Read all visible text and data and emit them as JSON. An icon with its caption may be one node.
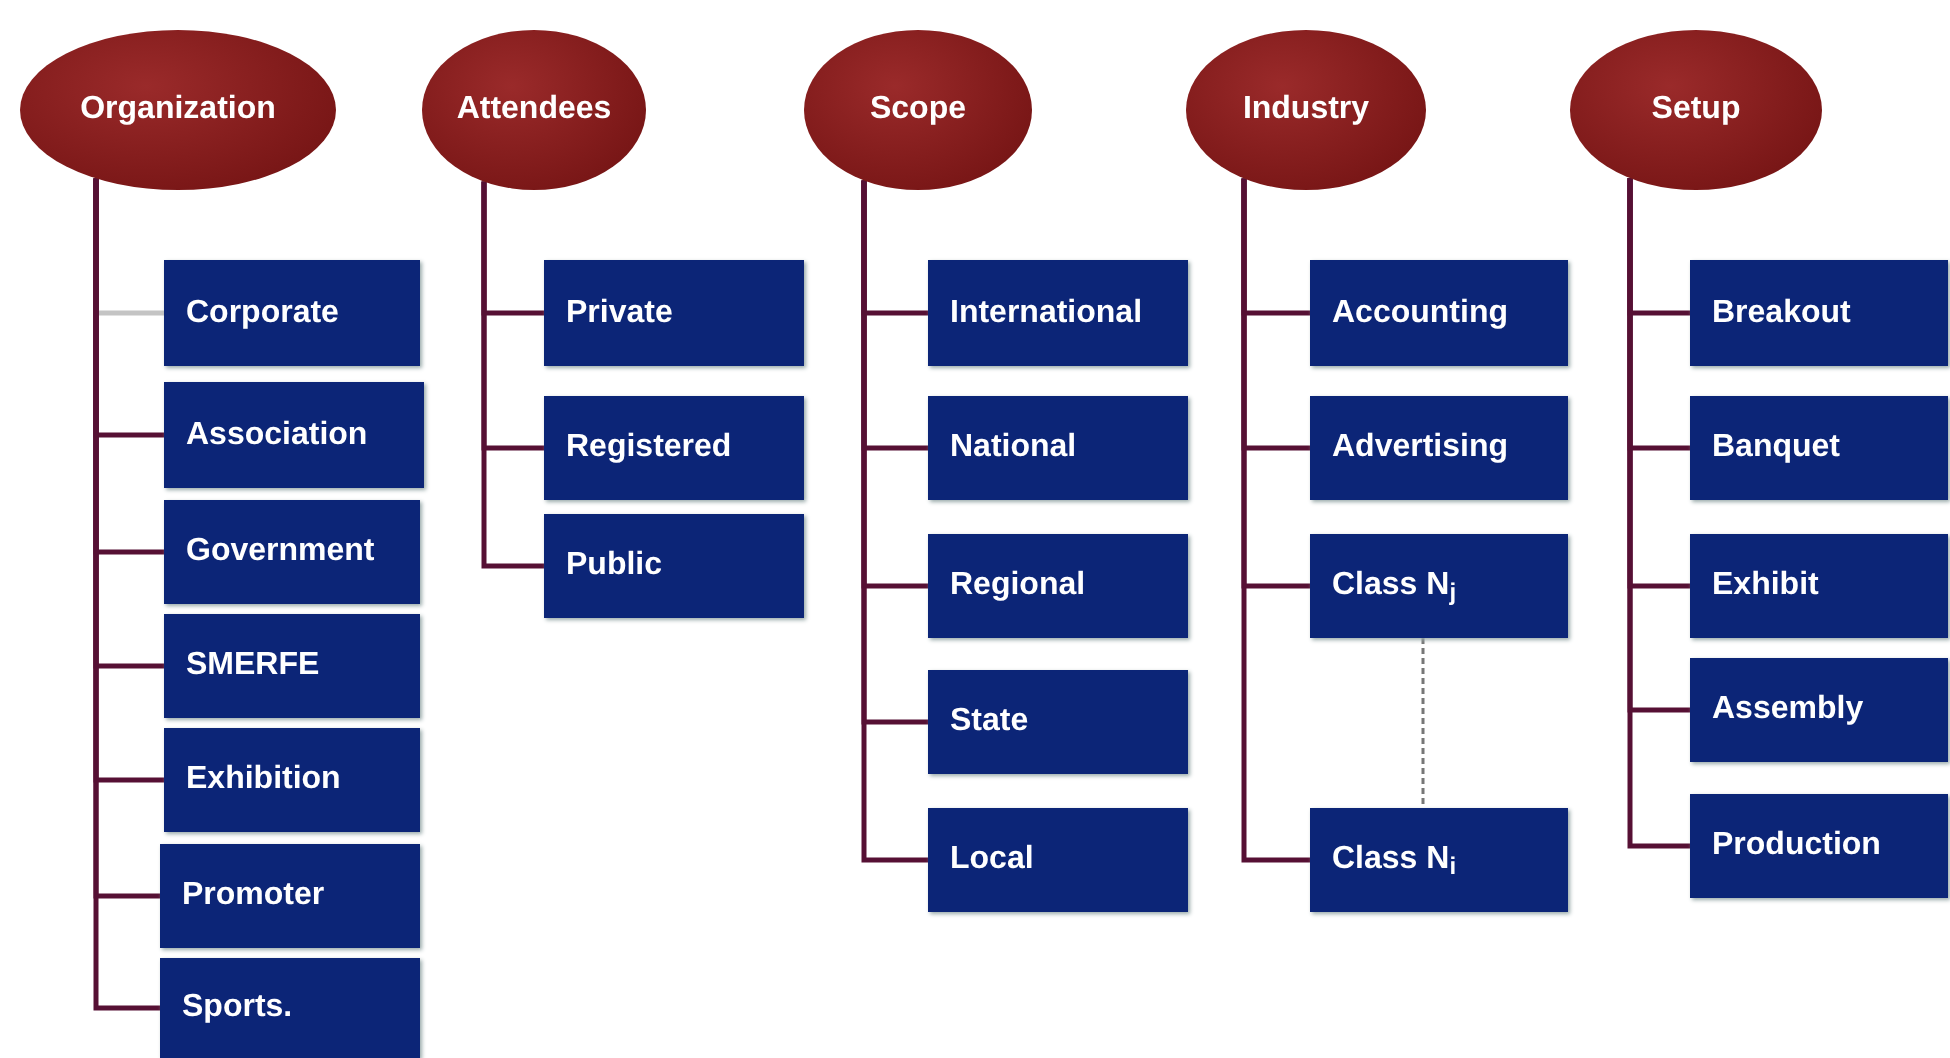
{
  "diagram": {
    "nodes": [
      {
        "text": [
          "Organization"
        ]
      },
      {
        "text": [
          "Attendees"
        ]
      },
      {
        "text": [
          "Scope"
        ]
      },
      {
        "text": [
          "Industry"
        ]
      },
      {
        "text": [
          "Setup"
        ]
      },
      {
        "text": [
          "Corporate"
        ]
      },
      {
        "text": [
          "Association"
        ]
      },
      {
        "text": [
          "Government"
        ]
      },
      {
        "text": [
          "SMERFE"
        ]
      },
      {
        "text": [
          "Exhibition"
        ]
      },
      {
        "text": [
          "Promoter"
        ]
      },
      {
        "text": [
          "Sports."
        ]
      },
      {
        "text": [
          "Private"
        ]
      },
      {
        "text": [
          "Registered"
        ]
      },
      {
        "text": [
          "Public"
        ]
      },
      {
        "text": [
          "International"
        ]
      },
      {
        "text": [
          "National"
        ]
      },
      {
        "text": [
          "Regional"
        ]
      },
      {
        "text": [
          "State"
        ]
      },
      {
        "text": [
          "Local"
        ]
      },
      {
        "text": [
          "Accounting"
        ]
      },
      {
        "text": [
          "Advertising"
        ]
      },
      {
        "text": [
          "Class N$_{j}$"
        ]
      },
      {
        "text": [
          "Class N$_{i}$"
        ]
      },
      {
        "text": [
          "Breakout"
        ]
      },
      {
        "text": [
          "Banquet"
        ]
      },
      {
        "text": [
          "Exhibit"
        ]
      },
      {
        "text": [
          "Assembly"
        ]
      },
      {
        "text": [
          "Production"
        ]
      }
    ],
    "edges": [
      {
        "from": 0,
        "to": 5,
        "arrow": "none",
        "color": "#c4c4c4"
      },
      {
        "from": 0,
        "to": 6,
        "arrow": "none"
      },
      {
        "from": 0,
        "to": 7,
        "arrow": "none"
      },
      {
        "from": 0,
        "to": 8,
        "arrow": "none"
      },
      {
        "from": 0,
        "to": 9,
        "arrow": "none"
      },
      {
        "from": 0,
        "to": 10,
        "arrow": "none"
      },
      {
        "from": 0,
        "to": 11,
        "arrow": "none"
      },
      {
        "from": 1,
        "to": 12,
        "arrow": "none"
      },
      {
        "from": 1,
        "to": 13,
        "arrow": "none"
      },
      {
        "from": 1,
        "to": 14,
        "arrow": "none"
      },
      {
        "from": 2,
        "to": 15,
        "arrow": "none"
      },
      {
        "from": 2,
        "to": 16,
        "arrow": "none"
      },
      {
        "from": 2,
        "to": 17,
        "arrow": "none"
      },
      {
        "from": 2,
        "to": 18,
        "arrow": "none"
      },
      {
        "from": 2,
        "to": 19,
        "arrow": "none"
      },
      {
        "from": 3,
        "to": 20,
        "arrow": "none"
      },
      {
        "from": 3,
        "to": 21,
        "arrow": "none"
      },
      {
        "from": 3,
        "to": 22,
        "arrow": "none"
      },
      {
        "from": 3,
        "to": 23,
        "arrow": "none"
      },
      {
        "from": 22,
        "to": 23,
        "arrow": "none",
        "style": "dashed",
        "color": "#777777"
      },
      {
        "from": 4,
        "to": 24,
        "arrow": "none"
      },
      {
        "from": 4,
        "to": 25,
        "arrow": "none"
      },
      {
        "from": 4,
        "to": 26,
        "arrow": "none"
      },
      {
        "from": 4,
        "to": 27,
        "arrow": "none"
      },
      {
        "from": 4,
        "to": 28,
        "arrow": "none"
      }
    ]
  }
}
